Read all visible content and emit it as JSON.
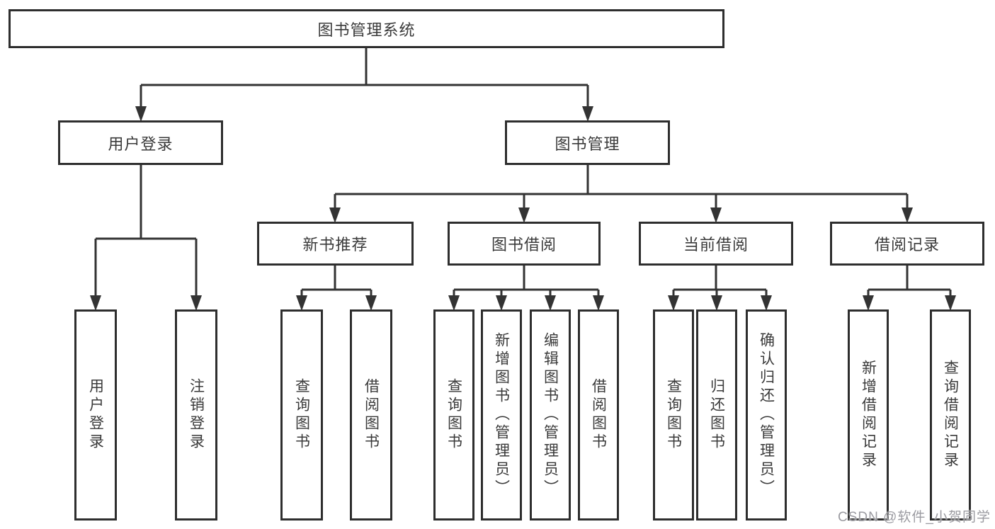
{
  "diagram": {
    "nodes": {
      "root": "图书管理系统",
      "user_login": "用户登录",
      "book_mgmt": "图书管理",
      "new_books": "新书推荐",
      "book_borrow": "图书借阅",
      "current_borrow": "当前借阅",
      "borrow_records": "借阅记录",
      "leaf_user_login": "用户登录",
      "leaf_logout": "注销登录",
      "leaf_nb_query": "查询图书",
      "leaf_nb_borrow": "借阅图书",
      "leaf_bb_query": "查询图书",
      "leaf_bb_add": "新增图书（管理员）",
      "leaf_bb_edit": "编辑图书（管理员）",
      "leaf_bb_borrow": "借阅图书",
      "leaf_cb_query": "查询图书",
      "leaf_cb_return": "归还图书",
      "leaf_cb_confirm": "确认归还（管理员）",
      "leaf_br_add": "新增借阅记录",
      "leaf_br_query": "查询借阅记录"
    },
    "hierarchy": {
      "图书管理系统": {
        "用户登录": [
          "用户登录",
          "注销登录"
        ],
        "图书管理": {
          "新书推荐": [
            "查询图书",
            "借阅图书"
          ],
          "图书借阅": [
            "查询图书",
            "新增图书（管理员）",
            "编辑图书（管理员）",
            "借阅图书"
          ],
          "当前借阅": [
            "查询图书",
            "归还图书",
            "确认归还（管理员）"
          ],
          "借阅记录": [
            "新增借阅记录",
            "查询借阅记录"
          ]
        }
      }
    }
  },
  "watermark": "CSDN @软件_小贺同学",
  "colors": {
    "background": "#ffffff",
    "box_fill": "#ffffff",
    "box_border": "#2e2e2e",
    "connector_line": "#333333",
    "text": "#3a3a3a",
    "watermark_text": "#9b9ba1"
  }
}
